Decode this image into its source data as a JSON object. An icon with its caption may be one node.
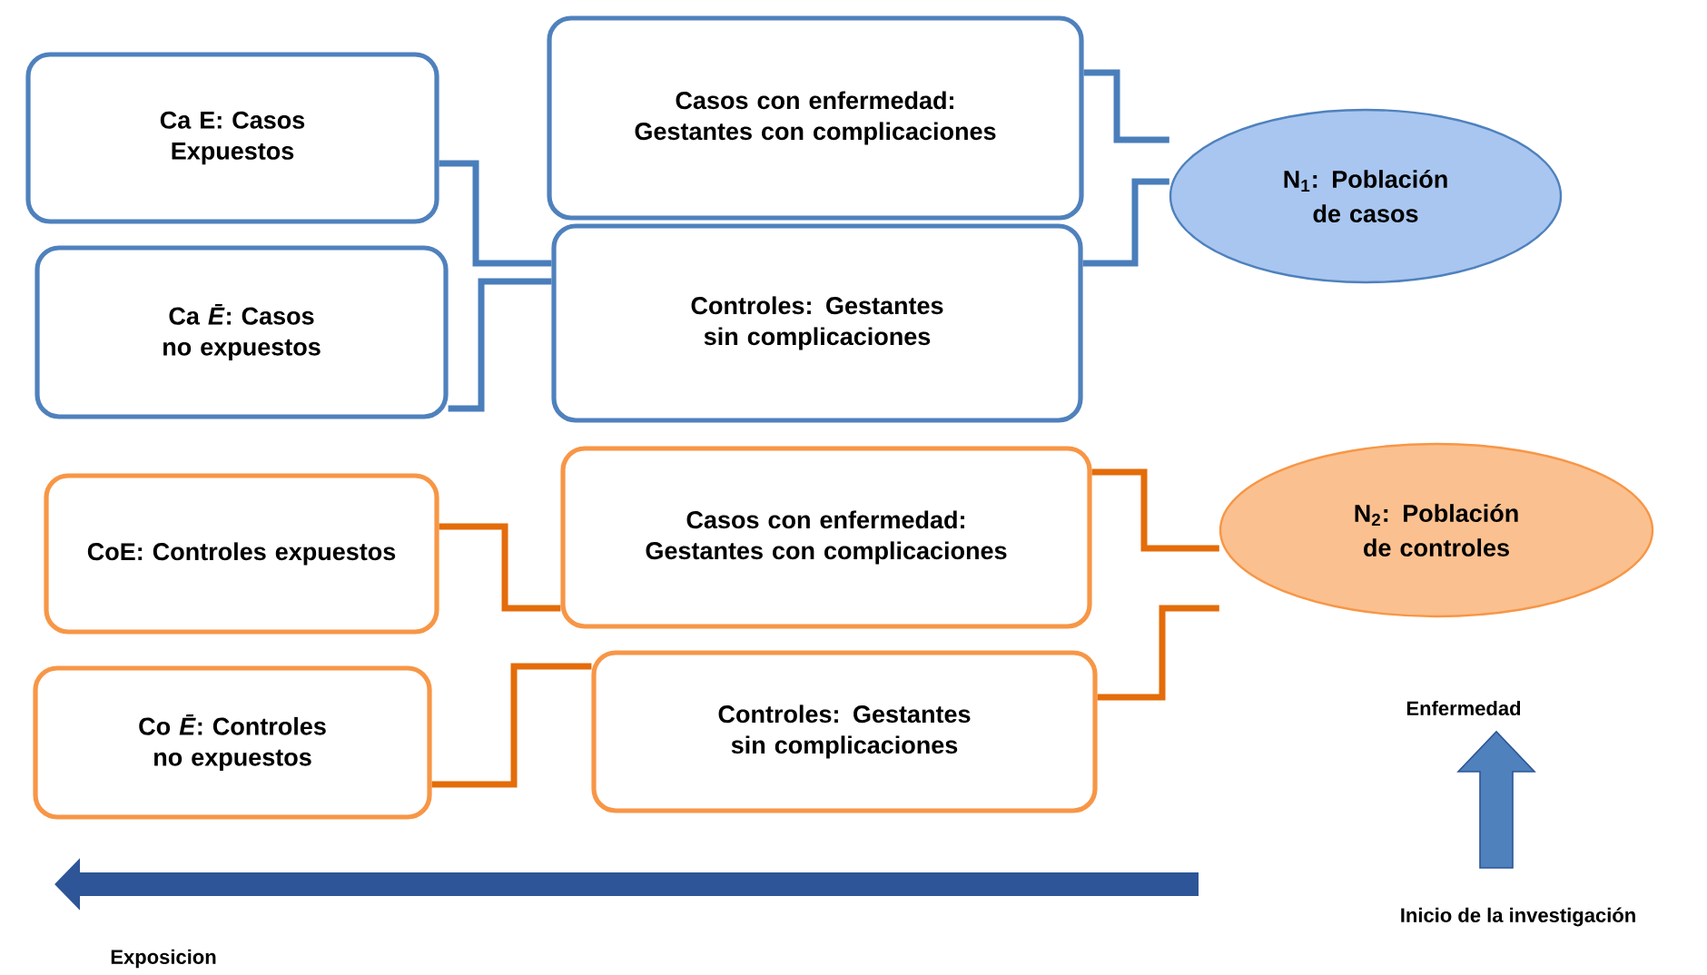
{
  "diagram": {
    "nodes": [
      {
        "text": [
          "Ca E: Casos Expuestos"
        ]
      },
      {
        "text": [
          "Ca *Ē*: Casos no expuestos"
        ]
      },
      {
        "text": [
          "Casos con enfermedad: Gestantes con complicaciones"
        ]
      },
      {
        "text": [
          "Controles: Gestantes sin complicaciones"
        ]
      },
      {
        "text": [
          "N$_{1}$: Población de casos"
        ]
      },
      {
        "text": [
          "CoE: Controles expuestos"
        ]
      },
      {
        "text": [
          "Co *Ē*: Controles no expuestos"
        ]
      },
      {
        "text": [
          "Casos con enfermedad: Gestantes con complicaciones"
        ]
      },
      {
        "text": [
          "Controles: Gestantes sin complicaciones"
        ]
      },
      {
        "text": [
          "N$_{2}$: Población de controles"
        ]
      }
    ],
    "edges": [
      {
        "from": 0,
        "to": 3,
        "arrow": "none",
        "color": "#4a7ebb"
      },
      {
        "from": 1,
        "to": 3,
        "arrow": "none",
        "color": "#4a7ebb"
      },
      {
        "from": 2,
        "to": 4,
        "arrow": "none",
        "color": "#4a7ebb"
      },
      {
        "from": 3,
        "to": 4,
        "arrow": "none",
        "color": "#4a7ebb"
      },
      {
        "from": 5,
        "to": 7,
        "arrow": "none",
        "color": "#e46c0a"
      },
      {
        "from": 6,
        "to": 8,
        "arrow": "none",
        "color": "#e46c0a"
      },
      {
        "from": 7,
        "to": 9,
        "arrow": "none",
        "color": "#e46c0a"
      },
      {
        "from": 8,
        "to": 9,
        "arrow": "none",
        "color": "#e46c0a"
      }
    ],
    "labels": [
      "Enfermedad",
      "Inicio de la investigación",
      "Exposicion"
    ]
  }
}
